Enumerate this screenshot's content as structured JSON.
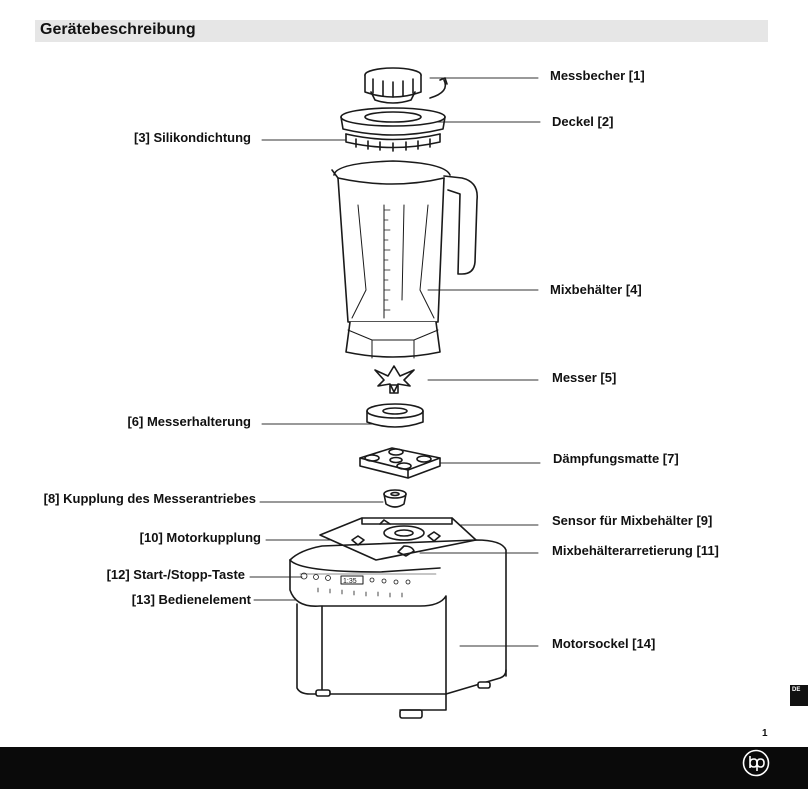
{
  "page": {
    "title": "Gerätebeschreibung",
    "page_number": "1",
    "language_tab": "DE"
  },
  "labels": {
    "l1": "Messbecher [1]",
    "l2": "Deckel [2]",
    "l3": "[3] Silikondichtung",
    "l4": "Mixbehälter [4]",
    "l5": "Messer [5]",
    "l6": "[6] Messerhalterung",
    "l7": "Dämpfungsmatte [7]",
    "l8": "[8] Kupplung des Messerantriebes",
    "l9": "Sensor für Mixbehälter [9]",
    "l10": "[10] Motorkupplung",
    "l11": "Mixbehälterarretierung  [11]",
    "l12": "[12] Start-/Stopp-Taste",
    "l13": "[13] Bedienelement",
    "l14": "Motorsockel [14]"
  },
  "icons": {
    "logo": "bp-logo-icon"
  }
}
